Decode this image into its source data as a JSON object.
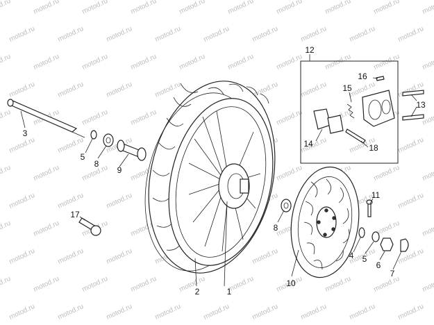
{
  "watermark": "motod.ru",
  "callouts": [
    {
      "id": "c1",
      "label": "1"
    },
    {
      "id": "c2",
      "label": "2"
    },
    {
      "id": "c3",
      "label": "3"
    },
    {
      "id": "c4",
      "label": "4"
    },
    {
      "id": "c5a",
      "label": "5"
    },
    {
      "id": "c5b",
      "label": "5"
    },
    {
      "id": "c6",
      "label": "6"
    },
    {
      "id": "c7",
      "label": "7"
    },
    {
      "id": "c8a",
      "label": "8"
    },
    {
      "id": "c8b",
      "label": "8"
    },
    {
      "id": "c9",
      "label": "9"
    },
    {
      "id": "c10",
      "label": "10"
    },
    {
      "id": "c11",
      "label": "11"
    },
    {
      "id": "c12",
      "label": "12"
    },
    {
      "id": "c13",
      "label": "13"
    },
    {
      "id": "c14",
      "label": "14"
    },
    {
      "id": "c15",
      "label": "15"
    },
    {
      "id": "c16",
      "label": "16"
    },
    {
      "id": "c17",
      "label": "17"
    },
    {
      "id": "c18",
      "label": "18"
    }
  ]
}
